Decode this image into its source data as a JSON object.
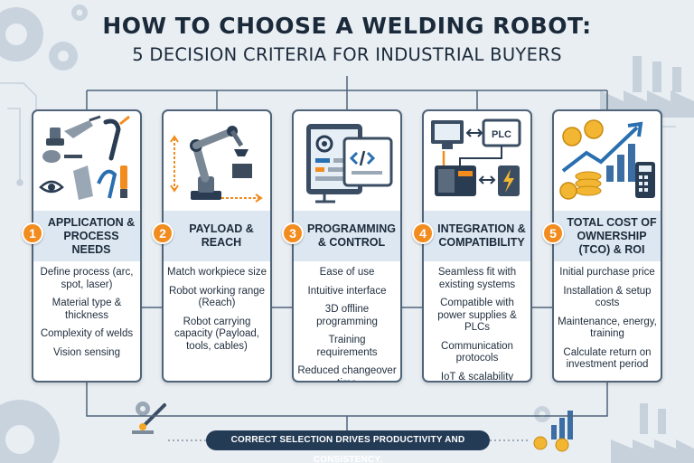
{
  "header": {
    "title": "HOW TO CHOOSE A WELDING ROBOT:",
    "subtitle": "5 DECISION CRITERIA FOR INDUSTRIAL BUYERS"
  },
  "cards": [
    {
      "number": "1",
      "heading": "APPLICATION & PROCESS NEEDS",
      "icon": "welding-tools-icon",
      "items": [
        "Define process (arc, spot, laser)",
        "Material type & thickness",
        "Complexity of welds",
        "Vision sensing"
      ]
    },
    {
      "number": "2",
      "heading": "PAYLOAD & REACH",
      "icon": "robot-arm-icon",
      "items": [
        "Match workpiece size",
        "Robot working range (Reach)",
        "Robot carrying capacity (Payload, tools, cables)"
      ]
    },
    {
      "number": "3",
      "heading": "PROGRAMMING & CONTROL",
      "icon": "programming-screen-icon",
      "items": [
        "Ease of use",
        "Intuitive interface",
        "3D offline programming",
        "Training requirements",
        "Reduced changeover time"
      ]
    },
    {
      "number": "4",
      "heading": "INTEGRATION & COMPATIBILITY",
      "icon": "plc-integration-icon",
      "plc_label": "PLC",
      "items": [
        "Seamless fit with existing systems",
        "Compatible with power supplies & PLCs",
        "Communication protocols",
        "IoT & scalability"
      ]
    },
    {
      "number": "5",
      "heading": "TOTAL COST OF OWNERSHIP (TCO) & ROI",
      "icon": "cost-growth-icon",
      "items": [
        "Initial purchase price",
        "Installation & setup costs",
        "Maintenance, energy, training",
        "Calculate return on investment period"
      ]
    }
  ],
  "footer": {
    "text": "CORRECT SELECTION DRIVES PRODUCTIVITY AND CONSISTENCY."
  },
  "colors": {
    "accent": "#f28c1e",
    "navy": "#243b56",
    "card_band": "#dde7f1",
    "background": "#e9eef3"
  }
}
